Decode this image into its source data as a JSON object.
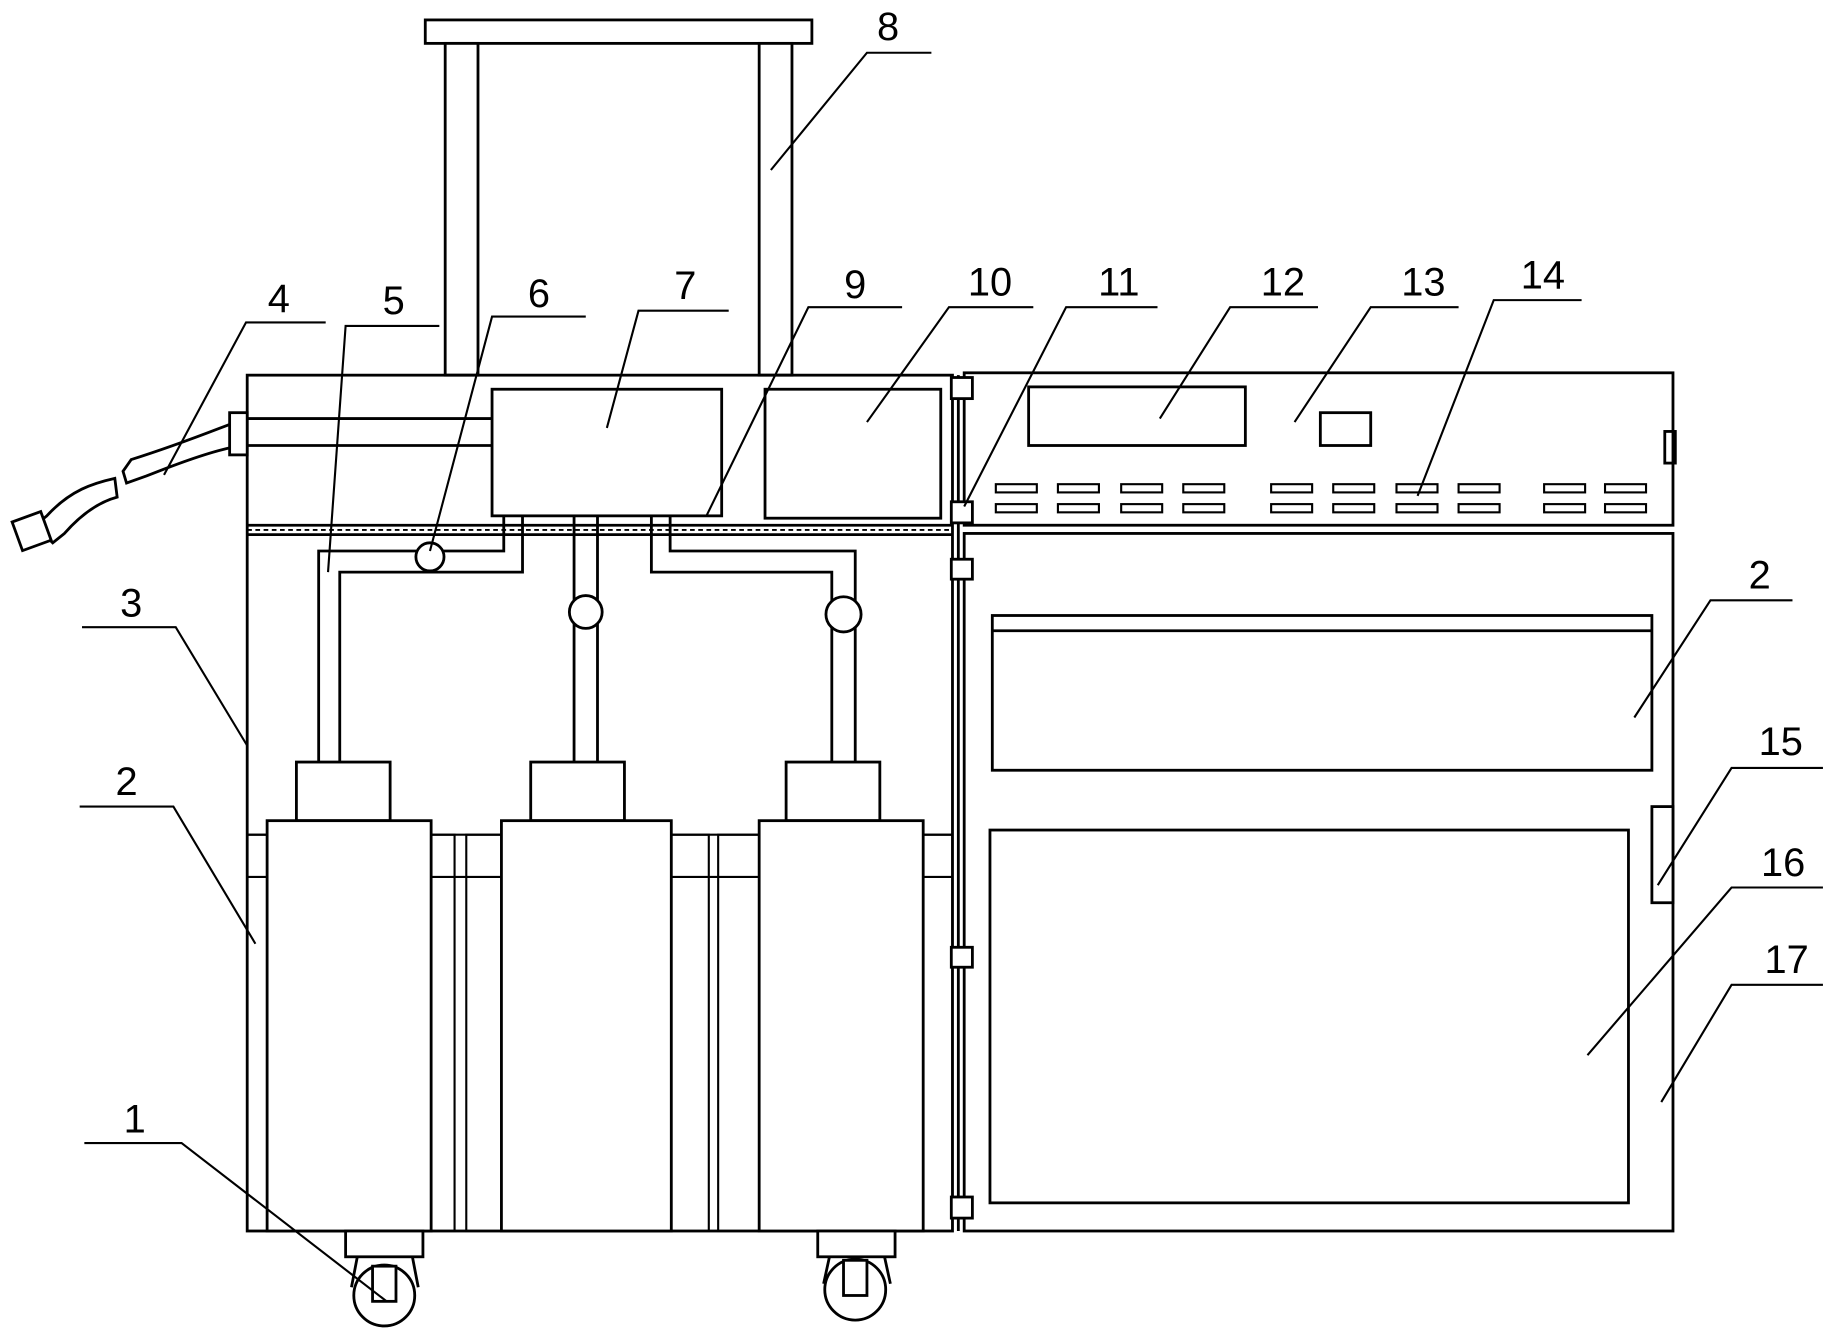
{
  "labels": [
    "8",
    "4",
    "5",
    "6",
    "7",
    "9",
    "10",
    "11",
    "12",
    "13",
    "14",
    "3",
    "2",
    "2",
    "15",
    "16",
    "17",
    "1"
  ]
}
